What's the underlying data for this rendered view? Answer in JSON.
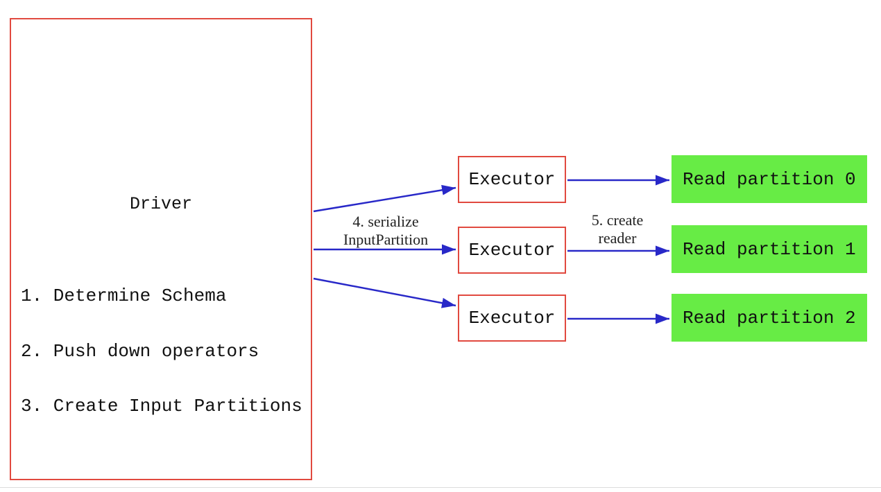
{
  "diagram": {
    "driver": {
      "title": "Driver",
      "steps": [
        "1. Determine Schema",
        "2. Push down operators",
        "3. Create Input Partitions"
      ]
    },
    "executors": [
      {
        "label": "Executor"
      },
      {
        "label": "Executor"
      },
      {
        "label": "Executor"
      }
    ],
    "partitions": [
      {
        "label": "Read partition 0"
      },
      {
        "label": "Read partition 1"
      },
      {
        "label": "Read partition 2"
      }
    ],
    "edge_labels": {
      "serialize": {
        "line1": "4. serialize",
        "line2": "InputPartition"
      },
      "create_reader": {
        "line1": "5. create",
        "line2": "reader"
      }
    },
    "colors": {
      "box_border_red": "#e1493f",
      "arrow_blue": "#2828c8",
      "partition_green": "#67ec45"
    }
  }
}
